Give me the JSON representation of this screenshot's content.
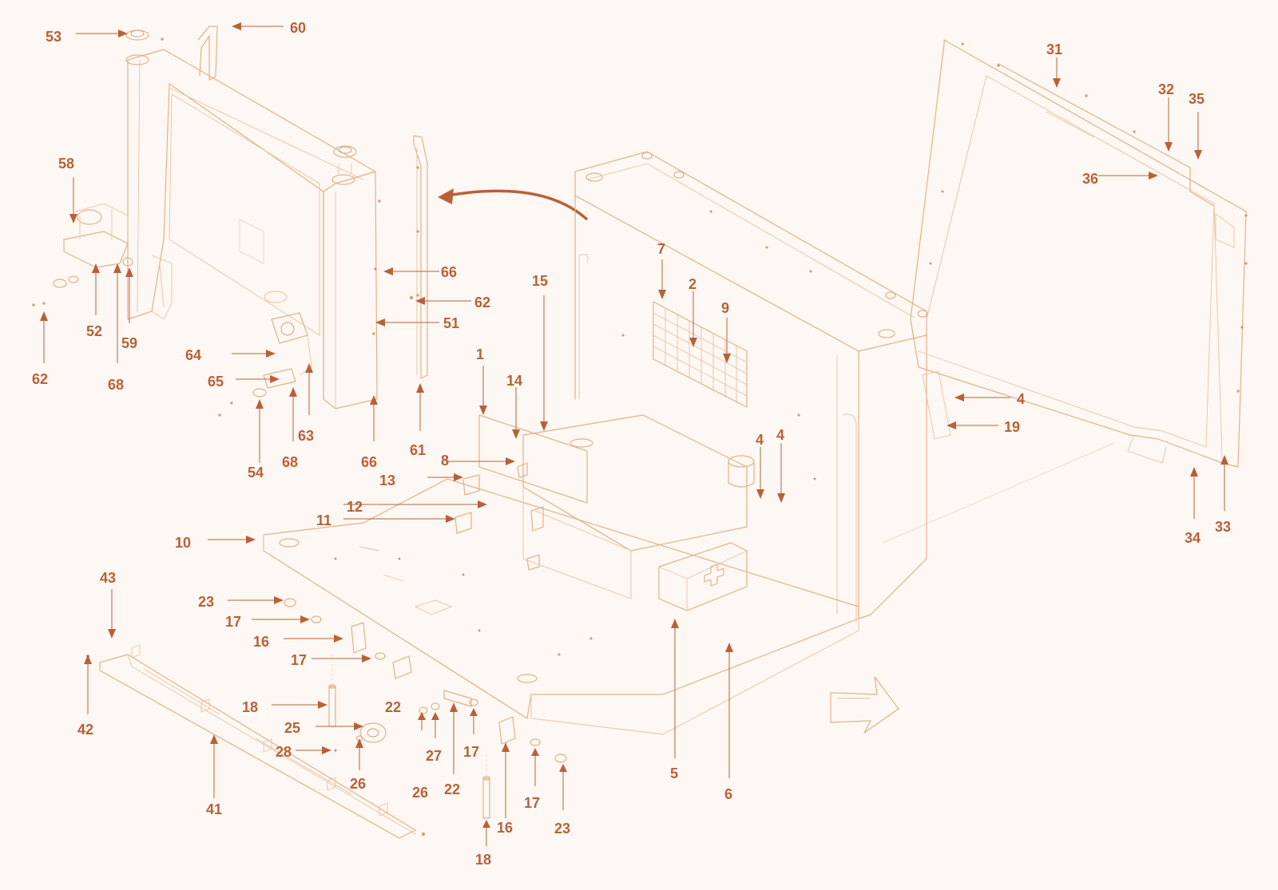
{
  "callouts": [
    {
      "label": "53"
    },
    {
      "label": "60"
    },
    {
      "label": "58"
    },
    {
      "label": "52"
    },
    {
      "label": "59"
    },
    {
      "label": "62"
    },
    {
      "label": "68"
    },
    {
      "label": "64"
    },
    {
      "label": "65"
    },
    {
      "label": "63"
    },
    {
      "label": "54"
    },
    {
      "label": "68"
    },
    {
      "label": "66"
    },
    {
      "label": "66"
    },
    {
      "label": "62"
    },
    {
      "label": "51"
    },
    {
      "label": "61"
    },
    {
      "label": "15"
    },
    {
      "label": "7"
    },
    {
      "label": "2"
    },
    {
      "label": "9"
    },
    {
      "label": "1"
    },
    {
      "label": "14"
    },
    {
      "label": "8"
    },
    {
      "label": "13"
    },
    {
      "label": "12"
    },
    {
      "label": "11"
    },
    {
      "label": "10"
    },
    {
      "label": "31"
    },
    {
      "label": "32"
    },
    {
      "label": "35"
    },
    {
      "label": "36"
    },
    {
      "label": "4"
    },
    {
      "label": "19"
    },
    {
      "label": "4"
    },
    {
      "label": "4"
    },
    {
      "label": "34"
    },
    {
      "label": "33"
    },
    {
      "label": "43"
    },
    {
      "label": "42"
    },
    {
      "label": "23"
    },
    {
      "label": "17"
    },
    {
      "label": "16"
    },
    {
      "label": "17"
    },
    {
      "label": "22"
    },
    {
      "label": "18"
    },
    {
      "label": "25"
    },
    {
      "label": "28"
    },
    {
      "label": "26"
    },
    {
      "label": "41"
    },
    {
      "label": "26"
    },
    {
      "label": "27"
    },
    {
      "label": "22"
    },
    {
      "label": "17"
    },
    {
      "label": "16"
    },
    {
      "label": "17"
    },
    {
      "label": "23"
    },
    {
      "label": "18"
    },
    {
      "label": "5"
    },
    {
      "label": "6"
    }
  ],
  "icons": {
    "direction_arrow": "front-direction-arrow-icon",
    "motion_arrow": "curved-move-arrow-icon",
    "first_aid": "cross-icon"
  },
  "colors": {
    "background": "#fdf8f3",
    "line_art": "#e3b08e",
    "callout": "#b9603a"
  }
}
